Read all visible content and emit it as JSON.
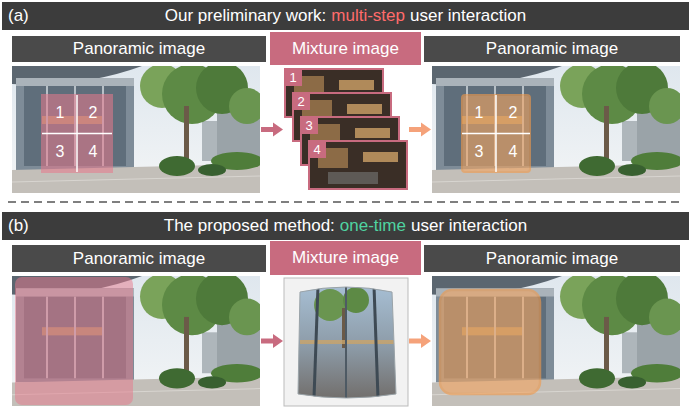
{
  "diagram": {
    "nodes": [
      {
        "text": [
          "Panoramic image"
        ]
      },
      {
        "text": [
          "Mixture image"
        ]
      },
      {
        "text": [
          "Panoramic image"
        ]
      },
      {
        "text": [
          "Panoramic image"
        ]
      },
      {
        "text": [
          "Mixture image"
        ]
      },
      {
        "text": [
          "Panoramic image"
        ]
      }
    ],
    "edges": [
      {
        "from": 0,
        "to": 1,
        "arrow": "to"
      },
      {
        "from": 1,
        "to": 2,
        "arrow": "to"
      },
      {
        "from": 3,
        "to": 4,
        "arrow": "to"
      },
      {
        "from": 4,
        "to": 5,
        "arrow": "to"
      }
    ],
    "labels": [
      "(a)",
      "Our preliminary work:",
      "multi-step",
      "user interaction",
      "(b)",
      "The proposed method:",
      "one-time",
      "user interaction",
      "1",
      "2",
      "3",
      "4",
      "1",
      "2",
      "3",
      "4",
      "1",
      "2",
      "3",
      "4"
    ]
  }
}
